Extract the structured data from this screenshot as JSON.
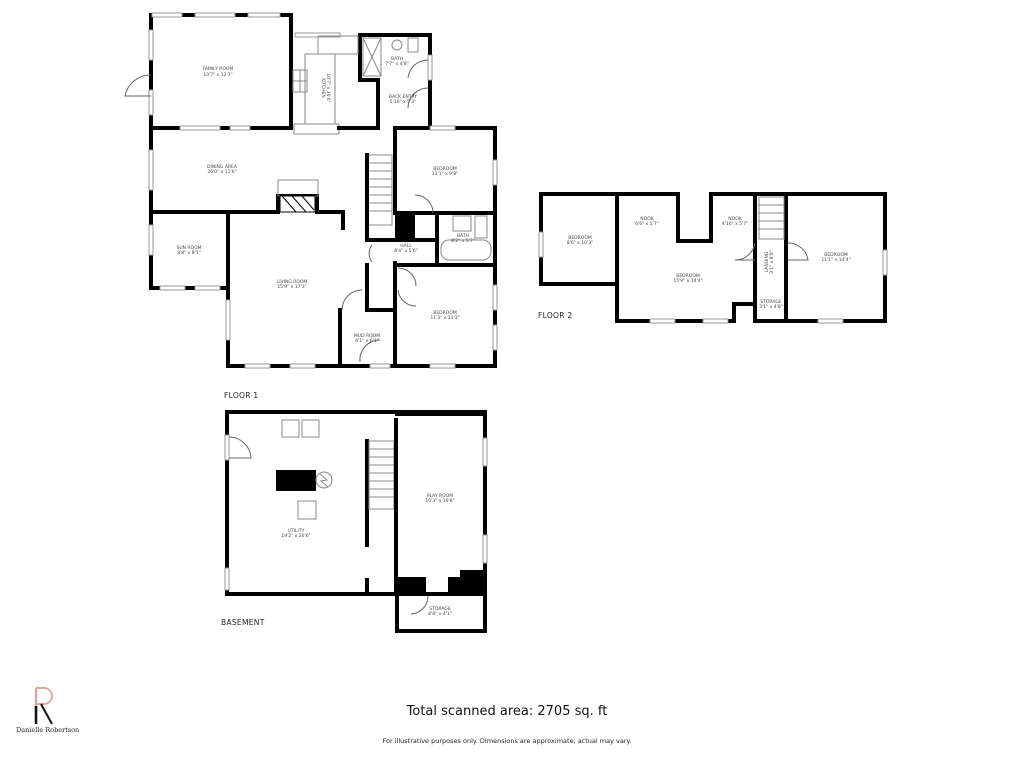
{
  "floors": {
    "floor1": {
      "label": "FLOOR 1",
      "rooms": [
        {
          "name": "FAMILY ROOM",
          "dims": "10'7\" x 12'7\""
        },
        {
          "name": "KITCHEN",
          "dims": "10'7\" x 10'6\""
        },
        {
          "name": "BATH",
          "dims": "7'7\" x 4'8\""
        },
        {
          "name": "BACK ENTRY",
          "dims": "5'10\" x 5'3\""
        },
        {
          "name": "DINING AREA",
          "dims": "26'0\" x 11'6\""
        },
        {
          "name": "BEDROOM",
          "dims": "11'1\" x 9'8\""
        },
        {
          "name": "SUN ROOM",
          "dims": "8'8\" x 8'1\""
        },
        {
          "name": "HALL",
          "dims": "8'4\" x 5'6\""
        },
        {
          "name": "BATH",
          "dims": "8'2\" x 5'7\""
        },
        {
          "name": "LIVING ROOM",
          "dims": "15'9\" x 17'3\""
        },
        {
          "name": "MUD ROOM",
          "dims": "6'1\" x 6'1\""
        },
        {
          "name": "BEDROOM",
          "dims": "11'3\" x 11'3\""
        }
      ]
    },
    "floor2": {
      "label": "FLOOR 2",
      "rooms": [
        {
          "name": "BEDROOM",
          "dims": "8'6\" x 10'3\""
        },
        {
          "name": "NOOK",
          "dims": "6'6\" x 5'7\""
        },
        {
          "name": "NOOK",
          "dims": "4'10\" x 5'7\""
        },
        {
          "name": "BEDROOM",
          "dims": "15'9\" x 14'4\""
        },
        {
          "name": "LANDING",
          "dims": "3'1\" x 8'8\""
        },
        {
          "name": "STORAGE",
          "dims": "3'1\" x 4'8\""
        },
        {
          "name": "BEDROOM",
          "dims": "11'1\" x 14'4\""
        }
      ]
    },
    "basement": {
      "label": "BASEMENT",
      "rooms": [
        {
          "name": "UTILITY",
          "dims": "19'2\" x 20'6\""
        },
        {
          "name": "PLAY ROOM",
          "dims": "10'3\" x 16'8\""
        },
        {
          "name": "STORAGE",
          "dims": "8'8\" x 4'1\""
        }
      ]
    }
  },
  "footer": {
    "total": "Total scanned area: 2705 sq. ft",
    "disclaimer": "For illustrative purposes only. Dimensions are approximate, actual may vary."
  },
  "branding": {
    "name": "Danielle Robertson",
    "logo_letter": "R",
    "logo_color": "#d9a9a3"
  }
}
